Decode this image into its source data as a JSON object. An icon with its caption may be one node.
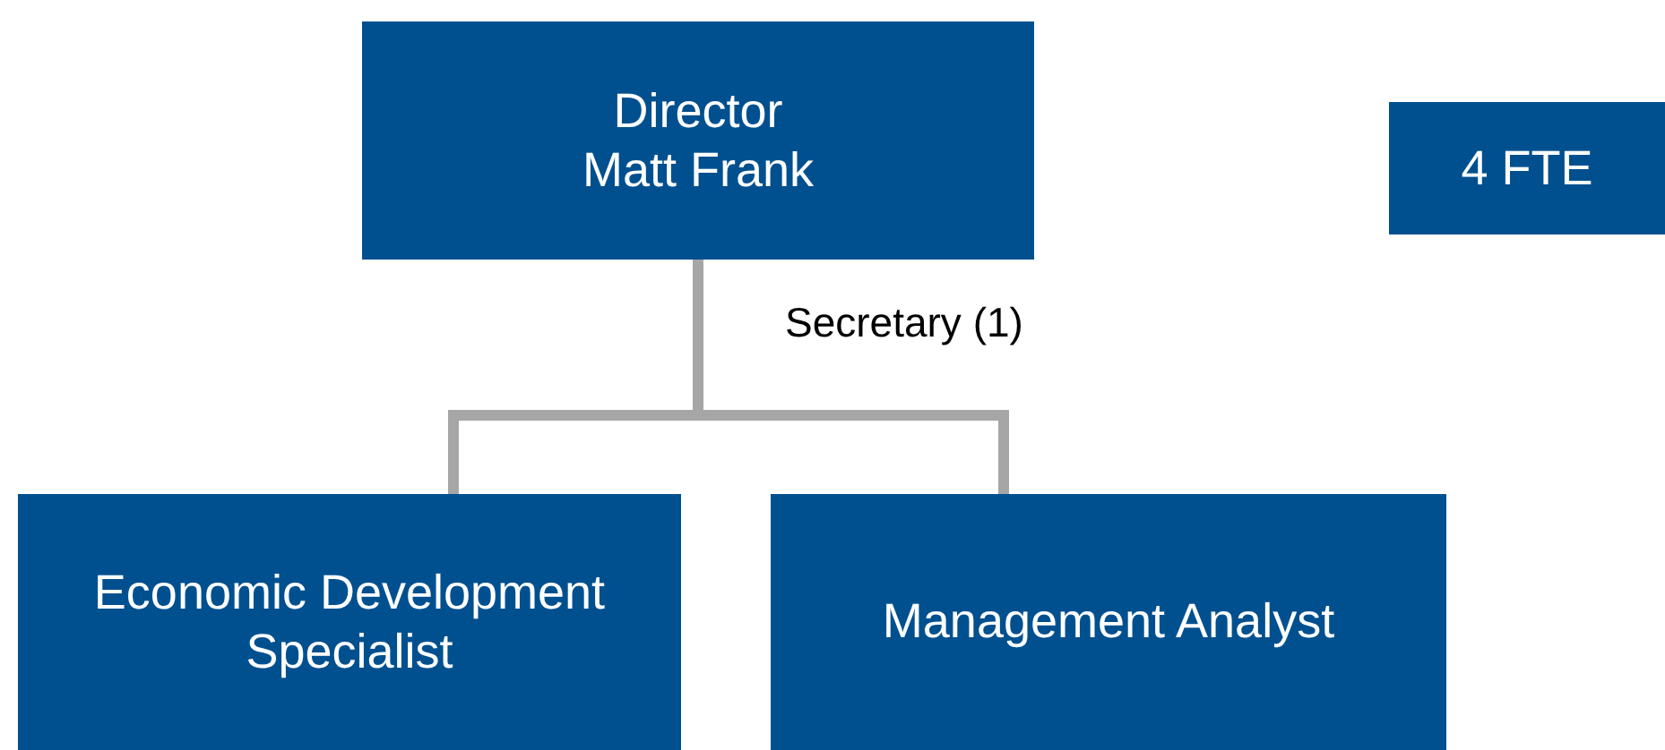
{
  "diagram": {
    "nodes": [
      {
        "text": [
          "Director",
          "Matt Frank"
        ]
      },
      {
        "text": [
          "4 FTE"
        ]
      },
      {
        "text": [
          "Economic Development Specialist"
        ]
      },
      {
        "text": [
          "Management Analyst"
        ]
      }
    ],
    "edges": [
      {
        "from": 0,
        "to": 2,
        "arrow": "none"
      },
      {
        "from": 0,
        "to": 3,
        "arrow": "none"
      }
    ],
    "labels": [
      "Secretary (1)"
    ]
  }
}
